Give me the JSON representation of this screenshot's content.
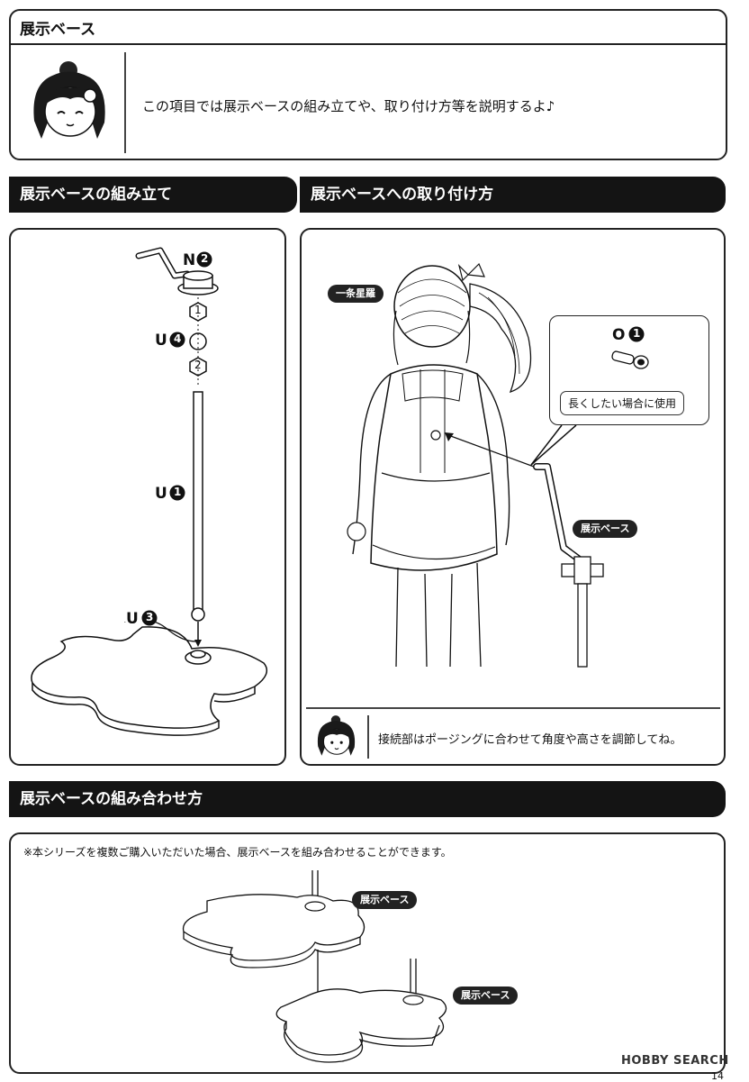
{
  "intro": {
    "title": "展示ベース",
    "message": "この項目では展示ベースの組み立てや、取り付け方等を説明するよ♪"
  },
  "assembly": {
    "title": "展示ベースの組み立て",
    "parts": {
      "arm": "N",
      "arm_num": "2",
      "joint": "U",
      "joint_num": "4",
      "rod": "U",
      "rod_num": "1",
      "base": "U",
      "base_num": "3"
    },
    "steps": [
      "1",
      "2"
    ]
  },
  "attachment": {
    "title": "展示ベースへの取り付け方",
    "character_name": "一条星羅",
    "extension_part": "O",
    "extension_num": "1",
    "extension_note": "長くしたい場合に使用",
    "base_label": "展示ベース",
    "tip": "接続部はポージングに合わせて角度や高さを調節してね。"
  },
  "combination": {
    "title": "展示ベースの組み合わせ方",
    "note": "※本シリーズを複数ご購入いただいた場合、展示ベースを組み合わせることができます。",
    "label_top": "展示ベース",
    "label_bottom": "展示ベース"
  },
  "footer": {
    "watermark": "HOBBY SEARCH",
    "page": "14"
  }
}
